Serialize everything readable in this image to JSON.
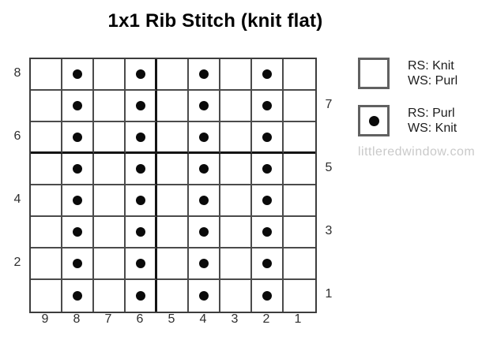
{
  "title": "1x1 Rib Stitch (knit flat)",
  "grid": {
    "rows": 8,
    "cols": 9,
    "row_numbers_top_to_bottom": [
      "8",
      "7",
      "6",
      "5",
      "4",
      "3",
      "2",
      "1"
    ],
    "left_labels": [
      "8",
      "",
      "6",
      "",
      "4",
      "",
      "2",
      ""
    ],
    "right_labels": [
      "",
      "7",
      "",
      "5",
      "",
      "3",
      "",
      "1"
    ],
    "bottom_labels": [
      "9",
      "8",
      "7",
      "6",
      "5",
      "4",
      "3",
      "2",
      "1"
    ],
    "cells": [
      [
        0,
        1,
        0,
        1,
        0,
        1,
        0,
        1,
        0
      ],
      [
        0,
        1,
        0,
        1,
        0,
        1,
        0,
        1,
        0
      ],
      [
        0,
        1,
        0,
        1,
        0,
        1,
        0,
        1,
        0
      ],
      [
        0,
        1,
        0,
        1,
        0,
        1,
        0,
        1,
        0
      ],
      [
        0,
        1,
        0,
        1,
        0,
        1,
        0,
        1,
        0
      ],
      [
        0,
        1,
        0,
        1,
        0,
        1,
        0,
        1,
        0
      ],
      [
        0,
        1,
        0,
        1,
        0,
        1,
        0,
        1,
        0
      ],
      [
        0,
        1,
        0,
        1,
        0,
        1,
        0,
        1,
        0
      ]
    ],
    "dot_stitch_columns": [
      "8",
      "6",
      "4",
      "2"
    ],
    "bold_right_border_col_index": 3,
    "bold_bottom_border_row_index": 2
  },
  "legend": {
    "items": [
      {
        "symbol": "empty-square",
        "lines": [
          "RS: Knit",
          "WS: Purl"
        ]
      },
      {
        "symbol": "dot-square",
        "lines": [
          "RS: Purl",
          "WS: Knit"
        ]
      }
    ],
    "watermark": "littleredwindow.com"
  },
  "colors": {
    "grid_line": "#4b4b4b",
    "grid_border": "#3d3d3d",
    "bold_line": "#141414",
    "dot": "#0a0a0a",
    "label_text": "#2e2e2e",
    "title_text": "#000000",
    "legend_border": "#616161",
    "legend_text": "#1d1d1d",
    "watermark_text": "#c9c9c9"
  }
}
